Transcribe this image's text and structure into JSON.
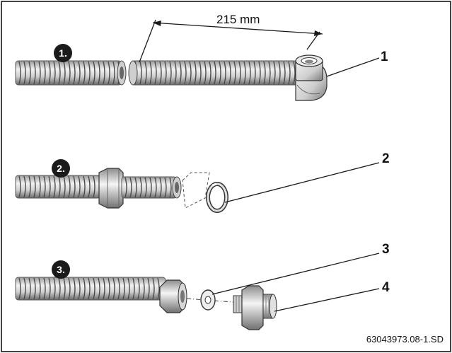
{
  "figure": {
    "dimension_label": "215 mm",
    "steps": [
      "1.",
      "2.",
      "3."
    ],
    "callouts": [
      "1",
      "2",
      "3",
      "4"
    ],
    "figure_id": "63043973.08-1.SD"
  },
  "colors": {
    "frame": "#444444",
    "hose_light": "#d8d8d8",
    "hose_dark": "#555555",
    "fitting_light": "#e6e6e6",
    "fitting_dark": "#7a7a7a",
    "line": "#1a1a1a"
  }
}
